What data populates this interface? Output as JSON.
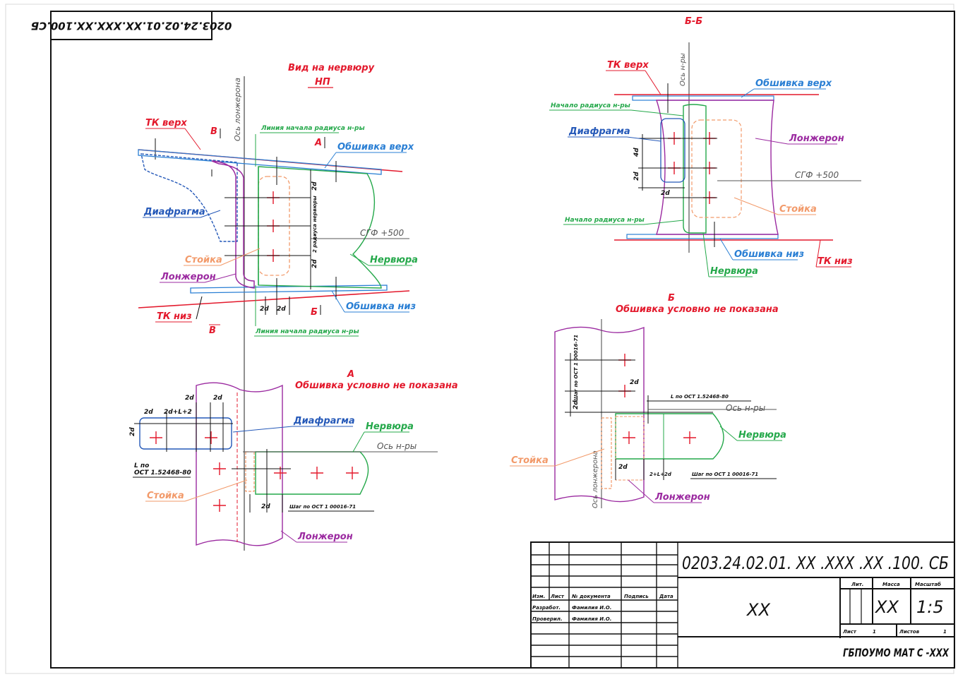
{
  "colors": {
    "red": "#e3192c",
    "blue": "#2a7fd4",
    "darkblue": "#2458b8",
    "green": "#24a84a",
    "magenta": "#9b2aa0",
    "orange": "#f29a6a",
    "gray": "#6e6e6e",
    "black": "#111111",
    "plus": "#e3192c"
  },
  "stamp": {
    "text": "0203.24.02.01.XX.XXX.XX.100.СБ"
  },
  "view_main": {
    "title_line1": "Вид на нервюру",
    "title_line2": "НП",
    "axis_label": "Ось лонжерона",
    "tk_top": "ТК верх",
    "tk_bottom": "ТК низ",
    "section_b_top": "В",
    "section_b_bottom": "В",
    "section_a": "А",
    "section_b6": "Б",
    "skin_top": "Обшивка верх",
    "skin_bottom": "Обшивка низ",
    "diaphragm": "Диафрагма",
    "post": "Стойка",
    "spar": "Лонжерон",
    "rib": "Нервюра",
    "sgf": "СГФ +500",
    "radius_line_top": "Линия начала радиуса н-ры",
    "radius_line_bottom": "Линия начала радиуса н-ры",
    "dim_2d_a": "2d",
    "dim_2d_b": "2d",
    "dim_2d_c": "2d",
    "dim_2d_d": "2d",
    "dim_radius": "2 радиуса нервюры"
  },
  "view_b6": {
    "title": "Б-Б",
    "axis_label": "Ось н-ры",
    "tk_top": "ТК верх",
    "tk_bottom": "ТК низ",
    "skin_top": "Обшивка верх",
    "skin_bottom": "Обшивка низ",
    "radius_top": "Начало радиуса н-ры",
    "radius_bottom": "Начало радиуса н-ры",
    "diaphragm": "Диафрагма",
    "spar": "Лонжерон",
    "sgf": "СГФ +500",
    "post": "Стойка",
    "rib": "Нервюра",
    "dim_2d": "2d",
    "dim_4d": "4d",
    "dim_2d_b": "2d"
  },
  "view_a": {
    "title_line1": "А",
    "title_line2": "Обшивка условно не показана",
    "diaphragm": "Диафрагма",
    "rib": "Нервюра",
    "axis": "Ось н-ры",
    "post": "Стойка",
    "spar": "Лонжерон",
    "dim_2d_a": "2d",
    "dim_2d_b": "2d",
    "dim_2d_c": "2d",
    "dim_2d_d": "2d",
    "dim_2dl": "2d+L+2",
    "ost_a": "L по",
    "ost_b": "ОСТ 1.52468-80",
    "pitch": "Шаг по ОСТ 1 00016-71"
  },
  "view_b": {
    "title_line1": "Б",
    "title_line2": "Обшивка условно не показана",
    "pitch_v": "Шаг по ОСТ 1 00016-71",
    "dim_2d_a": "2d",
    "dim_2d_b": "2d",
    "dim_2d_c": "2d",
    "l_ost": "L по ОСТ 1.52468-80",
    "axis": "Ось н-ры",
    "rib": "Нервюра",
    "post": "Стойка",
    "spar_axis": "Ось лонжерона",
    "spar": "Лонжерон",
    "dim_2dl": "2+L+2d",
    "pitch_h": "Шаг по ОСТ 1 00016-71"
  },
  "title_block": {
    "designation": "0203.24.02.01. XX .XXX .XX .100. СБ",
    "name": "XX",
    "col_lit": "Лит.",
    "col_mass": "Масса",
    "col_scale": "Масштаб",
    "mass": "XX",
    "scale": "1:5",
    "sheet_label": "Лист",
    "sheet_no": "1",
    "sheets_label": "Листов",
    "sheets_no": "1",
    "org": "ГБПОУМО МАТ С -XXX",
    "hdr_izm": "Изм.",
    "hdr_list": "Лист",
    "hdr_doc": "№ документа",
    "hdr_sign": "Подпись",
    "hdr_date": "Дата",
    "role_dev": "Разработ.",
    "role_chk": "Проверил.",
    "dev_name": "Фамилия И.О.",
    "chk_name": "Фамилия И.О."
  }
}
